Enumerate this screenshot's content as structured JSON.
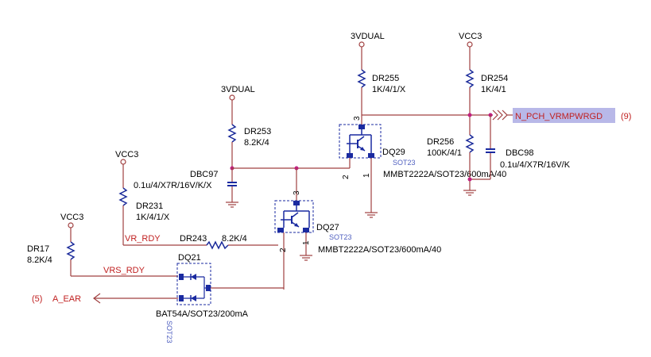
{
  "power": {
    "vcc3_left": "VCC3",
    "vcc3_mid": "VCC3",
    "vcc3_right": "VCC3",
    "dual_mid": "3VDUAL",
    "dual_top": "3VDUAL"
  },
  "resistors": {
    "dr17": {
      "name": "DR17",
      "value": "8.2K/4"
    },
    "dr231": {
      "name": "DR231",
      "value": "1K/4/1/X"
    },
    "dr243": {
      "name": "DR243",
      "value": "8.2K/4"
    },
    "dr253": {
      "name": "DR253",
      "value": "8.2K/4"
    },
    "dr255": {
      "name": "DR255",
      "value": "1K/4/1/X"
    },
    "dr254": {
      "name": "DR254",
      "value": "1K/4/1"
    },
    "dr256": {
      "name": "DR256",
      "value": "100K/4/1"
    }
  },
  "capacitors": {
    "dbc97": {
      "name": "DBC97",
      "value": "0.1u/4/X7R/16V/K/X"
    },
    "dbc98": {
      "name": "DBC98",
      "value": "0.1u/4/X7R/16V/K"
    }
  },
  "transistors": {
    "dq27": {
      "name": "DQ27",
      "package": "SOT23",
      "part": "MMBT2222A/SOT23/600mA/40"
    },
    "dq29": {
      "name": "DQ29",
      "package": "SOT23",
      "part": "MMBT2222A/SOT23/600mA/40"
    }
  },
  "diode": {
    "name": "DQ21",
    "part": "BAT54A/SOT23/200mA",
    "package": "SOT23"
  },
  "nets": {
    "vr_rdy": "VR_RDY",
    "vrs_rdy": "VRS_RDY",
    "a_ear": "A_EAR",
    "a_ear_page": "(5)",
    "npch": "N_PCH_VRMPWRGD",
    "npch_page": "(9)"
  },
  "pins": {
    "p1": "1",
    "p2": "2",
    "p3": "3"
  },
  "colors": {
    "wire": "#a04040",
    "component": "#1a2aa0",
    "net_label": "#c02020",
    "highlight": "#b8b8e8"
  }
}
